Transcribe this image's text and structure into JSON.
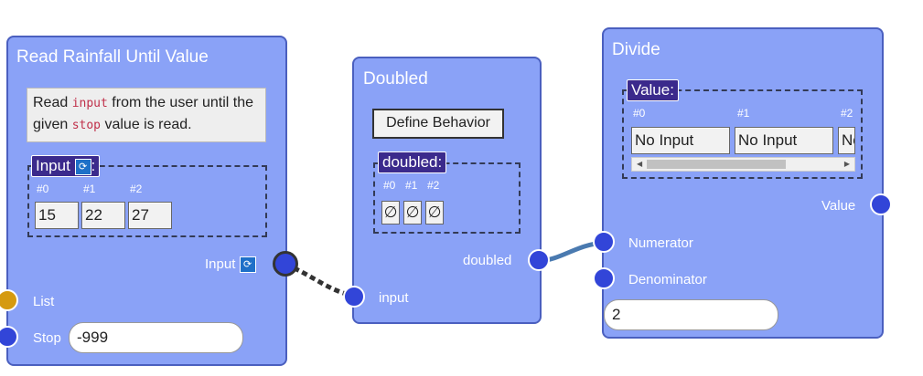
{
  "read_node": {
    "title": "Read Rainfall Until Value",
    "desc_part1": "Read ",
    "desc_code1": "input",
    "desc_part2": " from the user until the given ",
    "desc_code2": "stop",
    "desc_part3": " value is read.",
    "input_tag": "Input",
    "input_tag_suffix": ":",
    "cells": [
      {
        "index": "#0",
        "value": "15"
      },
      {
        "index": "#1",
        "value": "22"
      },
      {
        "index": "#2",
        "value": "27"
      }
    ],
    "output_label": "Input",
    "list_label": "List",
    "stop_label": "Stop",
    "stop_value": "-999"
  },
  "doubled_node": {
    "title": "Doubled",
    "define_button": "Define Behavior",
    "tag": "doubled:",
    "cells": [
      {
        "index": "#0",
        "value": "∅"
      },
      {
        "index": "#1",
        "value": "∅"
      },
      {
        "index": "#2",
        "value": "∅"
      }
    ],
    "output_label": "doubled",
    "input_label": "input"
  },
  "divide_node": {
    "title": "Divide",
    "tag": "Value:",
    "cells": [
      {
        "index": "#0",
        "value": "No Input"
      },
      {
        "index": "#1",
        "value": "No Input"
      },
      {
        "index": "#2",
        "value": "No Input"
      }
    ],
    "value_label": "Value",
    "numerator_label": "Numerator",
    "denominator_label": "Denominator",
    "denominator_value": "2"
  },
  "colors": {
    "node_bg": "#8aa2f7",
    "port": "#3245d8",
    "port_list": "#d59a10",
    "tag_bg": "#3b2a8c",
    "wire_dashed": "#333333",
    "wire_solid": "#4a7ab0"
  }
}
